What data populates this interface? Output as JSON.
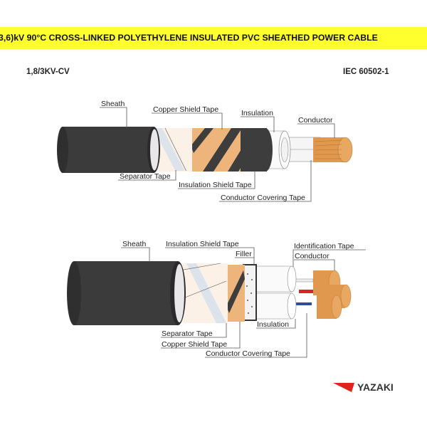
{
  "title": "3,6)kV 90°C CROSS-LINKED POLYETHYLENE INSULATED PVC SHEATHED POWER CABLE",
  "model": "1,8/3KV-CV",
  "standard": "IEC 60502-1",
  "colors": {
    "banner": "#ffff2e",
    "sheath": "#3b3b3b",
    "copper": "#e8a862",
    "logo_red": "#e2231a"
  },
  "single_core": {
    "labels": {
      "sheath": "Sheath",
      "copper_shield_tape": "Copper Shield Tape",
      "insulation": "Insulation",
      "conductor": "Conductor",
      "separator_tape": "Separator Tape",
      "insulation_shield_tape": "Insulation Shield Tape",
      "conductor_covering_tape": "Conductor Covering Tape"
    }
  },
  "three_core": {
    "labels": {
      "sheath": "Sheath",
      "insulation_shield_tape": "Insulation Shield Tape",
      "filler": "Filler",
      "identification_tape": "Identification Tape",
      "conductor": "Conductor",
      "insulation": "Insulation",
      "separator_tape": "Separator Tape",
      "copper_shield_tape": "Copper Shield Tape",
      "conductor_covering_tape": "Conductor Covering Tape"
    }
  },
  "logo": "YAZAKI"
}
